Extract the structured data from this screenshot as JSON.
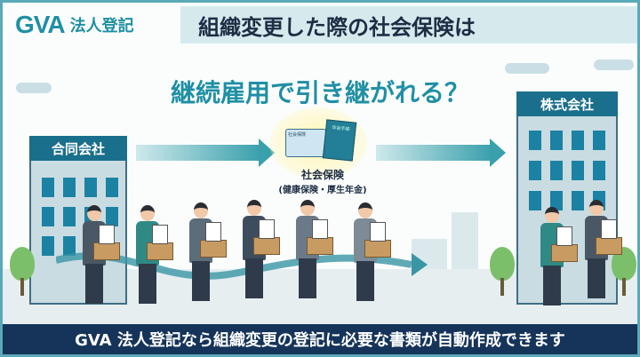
{
  "logo": {
    "brand": "GVA",
    "service": "法人登記"
  },
  "header": {
    "title": "組織変更した際の社会保険は"
  },
  "subtitle": "継続雇用で引き継がれる？",
  "left_company": {
    "label": "合同会社"
  },
  "right_company": {
    "label": "株式会社"
  },
  "insurance": {
    "card_label": "社会保険",
    "book_label": "年金手帳",
    "title": "社会保険",
    "detail": "(健康保険・厚生年金)"
  },
  "footer": {
    "text": "GVA 法人登記なら組織変更の登記に必要な書類が自動作成できます"
  },
  "colors": {
    "accent": "#1f8fa5",
    "navy": "#16345a",
    "title_bg": "#d6eaee"
  }
}
